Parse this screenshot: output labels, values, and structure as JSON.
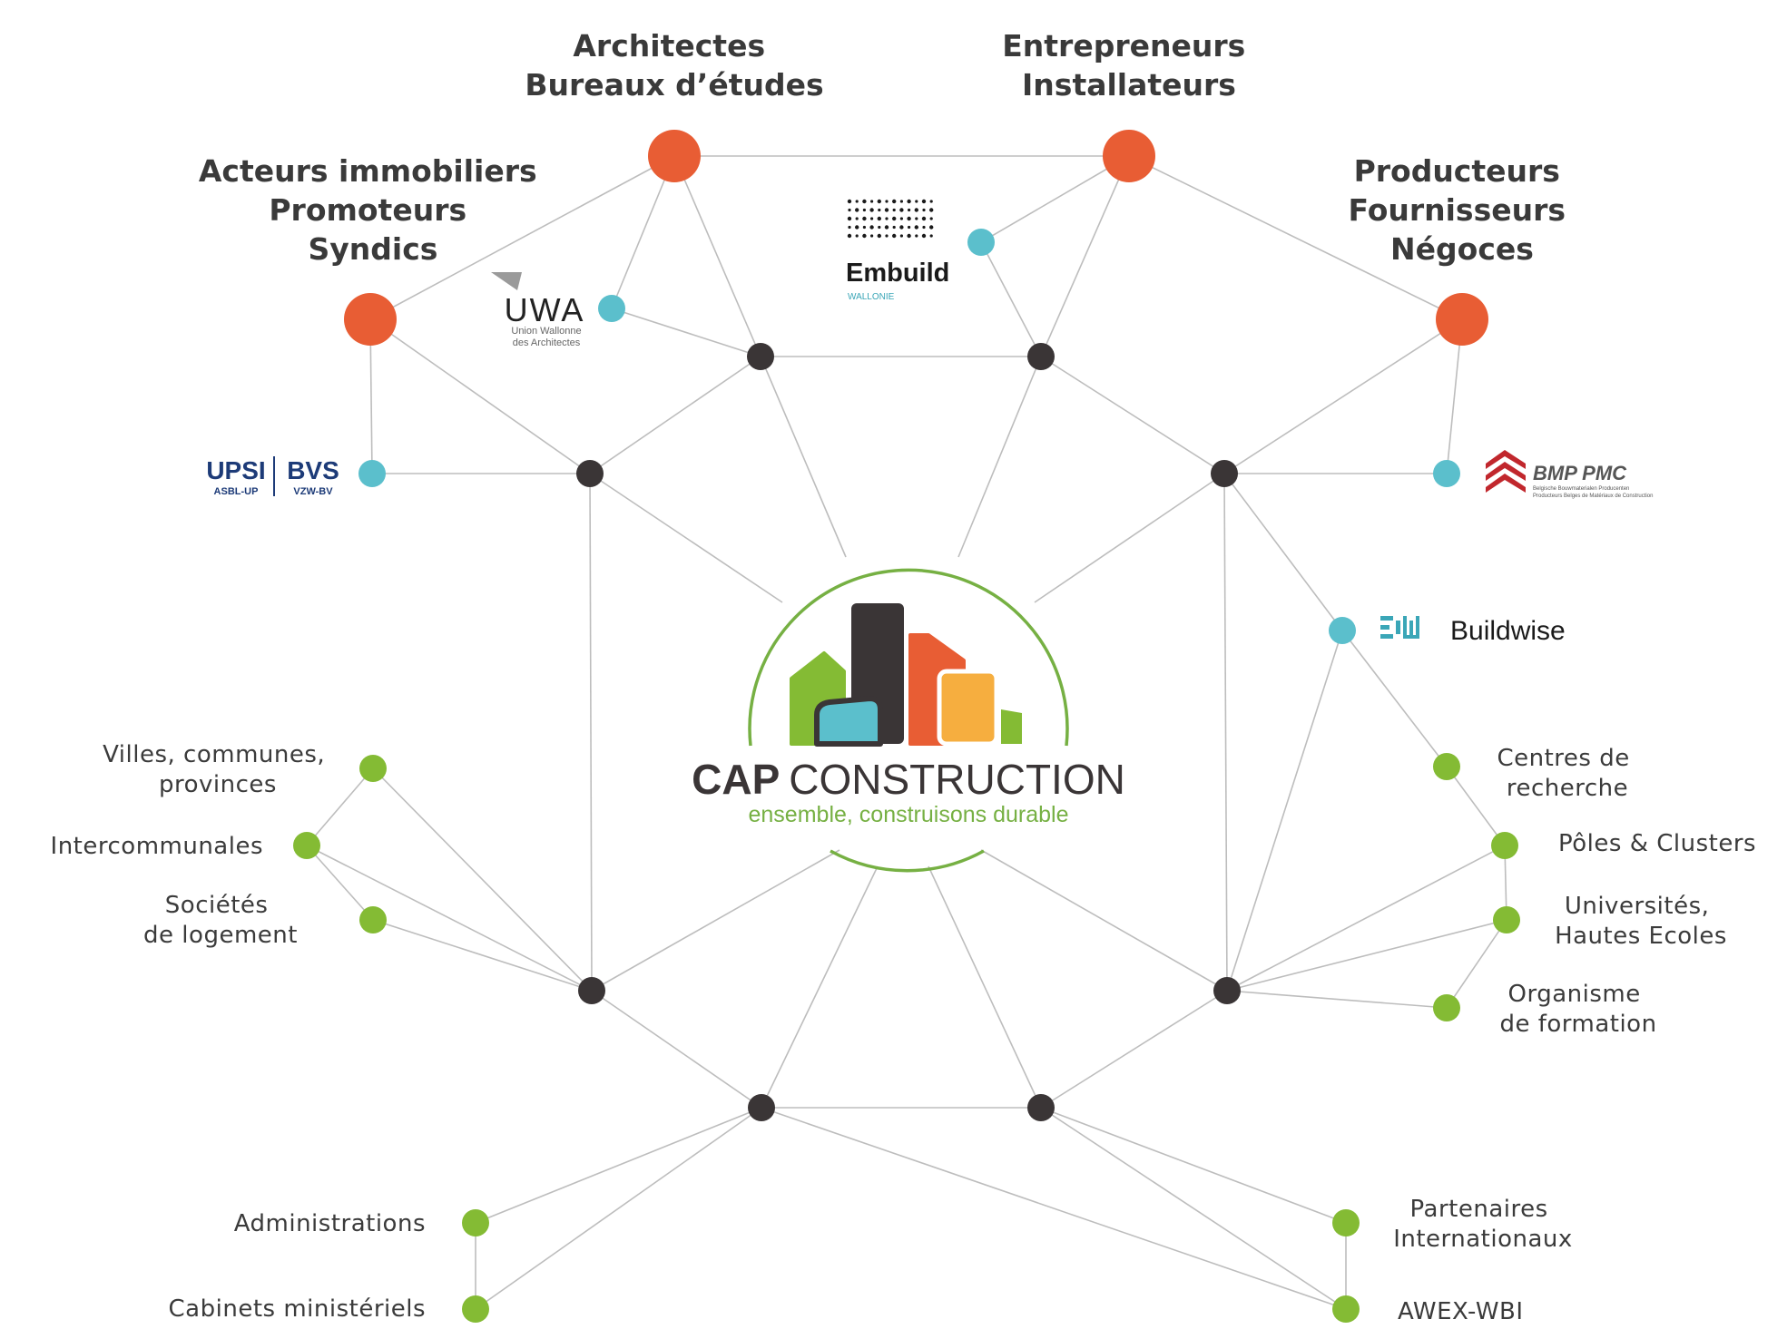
{
  "colors": {
    "edge": "#bdbdbd",
    "stakeholder": "#e85d34",
    "federation": "#5bbfcc",
    "institution": "#84bb34",
    "hub": "#3a3536",
    "brand_text": "#3a3536",
    "brand_green": "#76b043"
  },
  "center": {
    "name_bold": "CAP",
    "name_rest": "CONSTRUCTION",
    "tagline": "ensemble, construisons durable"
  },
  "groups": {
    "architectes": [
      "Architectes",
      "Bureaux d’études"
    ],
    "entrepreneurs": [
      "Entrepreneurs",
      "Installateurs"
    ],
    "acteurs": [
      "Acteurs immobiliers",
      "Promoteurs",
      "Syndics"
    ],
    "producteurs": [
      "Producteurs",
      "Fournisseurs",
      "Négoces"
    ]
  },
  "logos": {
    "uwa": {
      "mark": "UWA",
      "sub1": "Union Wallonne",
      "sub2": "des Architectes"
    },
    "embuild": {
      "name": "Embuild",
      "sub": "WALLONIE"
    },
    "upsi": {
      "left": "UPSI",
      "left_sub": "ASBL-UP",
      "right": "BVS",
      "right_sub": "VZW-BV"
    },
    "bmp": {
      "name": "BMP PMC",
      "sub1": "Belgische Bouwmaterialen Producenten",
      "sub2": "Producteurs Belges de Matériaux de Construction"
    },
    "buildwise": {
      "mark": "B·W",
      "name": "Buildwise"
    }
  },
  "labels": {
    "villes": [
      "Villes, communes,",
      "provinces"
    ],
    "intercommunales": [
      "Intercommunales"
    ],
    "societes": [
      "Sociétés",
      "de logement"
    ],
    "centres": [
      "Centres de",
      "recherche"
    ],
    "poles": [
      "Pôles & Clusters"
    ],
    "universites": [
      "Universités,",
      "Hautes Ecoles"
    ],
    "organisme": [
      "Organisme",
      "de formation"
    ],
    "administrations": [
      "Administrations"
    ],
    "cabinets": [
      "Cabinets ministériels"
    ],
    "partenaires": [
      "Partenaires",
      "Internationaux"
    ],
    "awex": [
      "AWEX-WBI"
    ]
  }
}
